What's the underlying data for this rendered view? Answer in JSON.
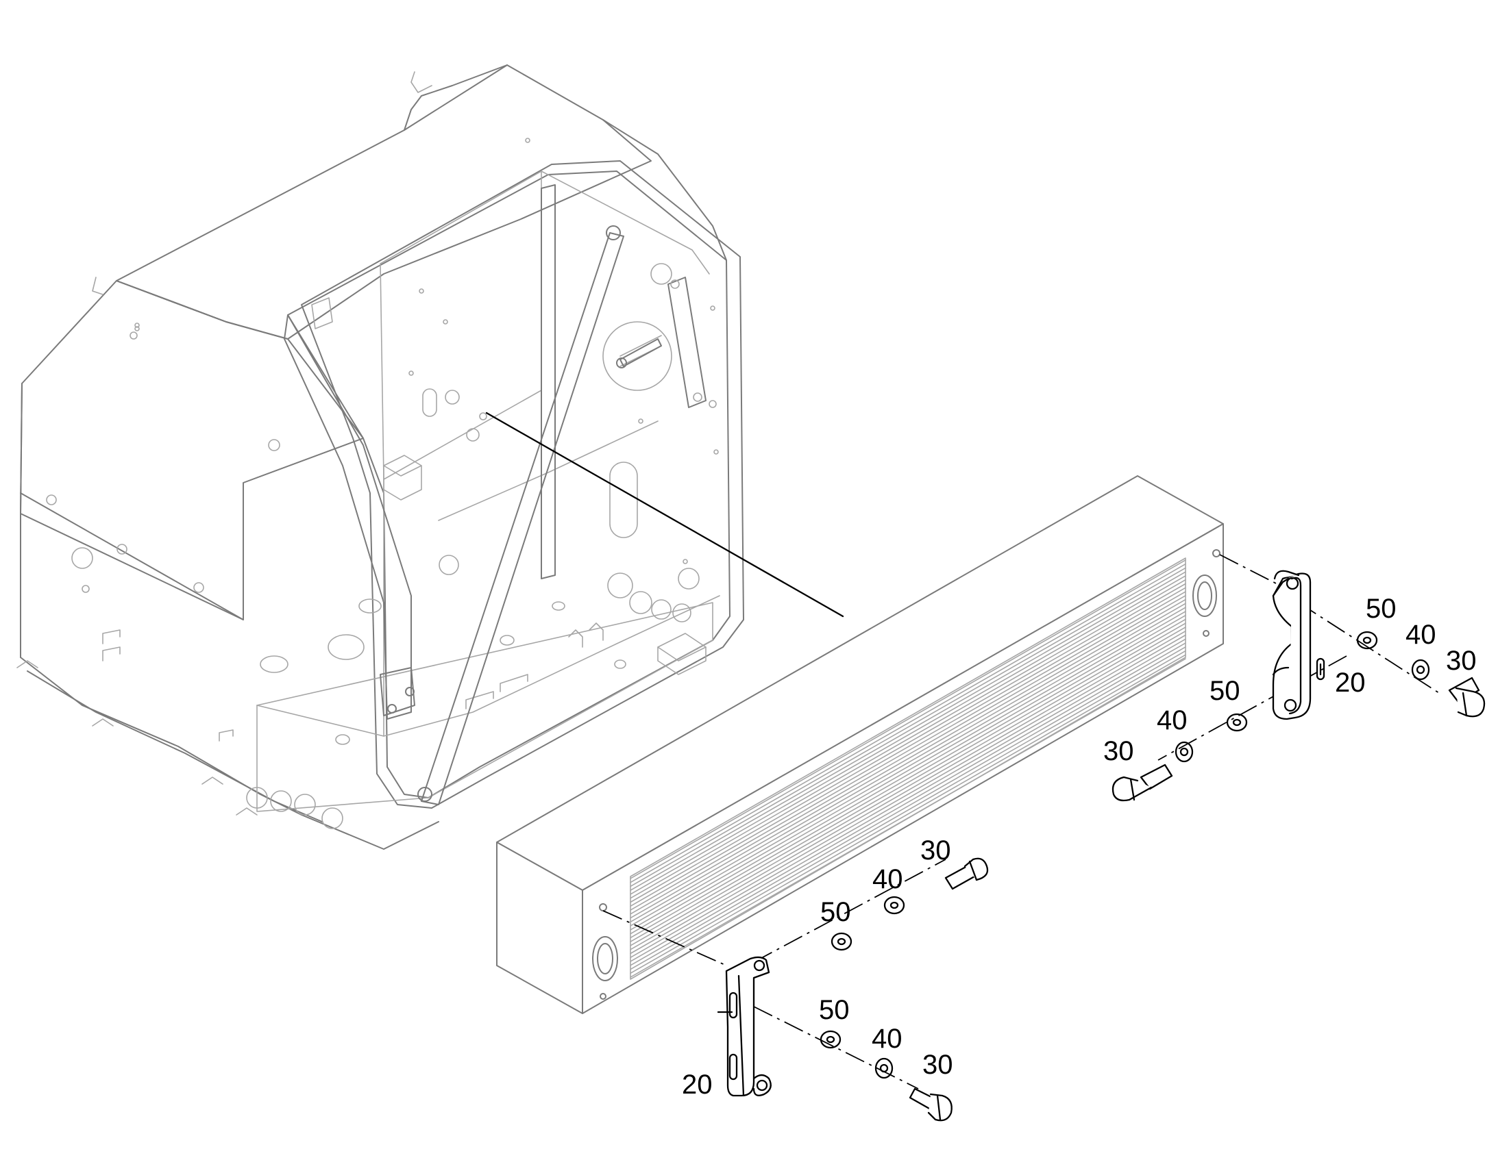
{
  "labels": {
    "bracket_right": "20",
    "bracket_left": "20",
    "bolt_right_upper": "30",
    "washer_a_right_upper": "40",
    "washer_b_right_upper": "50",
    "bolt_right_lower": "30",
    "washer_a_right_lower": "40",
    "washer_b_right_lower": "50",
    "bolt_left_upper": "30",
    "washer_a_left_upper": "40",
    "washer_b_left_upper": "50",
    "bolt_left_lower": "30",
    "washer_a_left_lower": "40",
    "washer_b_left_lower": "50"
  },
  "colors": {
    "line": "#000000",
    "frame": "#7a7a7a",
    "detail": "#a6a6a6",
    "background": "#ffffff"
  }
}
